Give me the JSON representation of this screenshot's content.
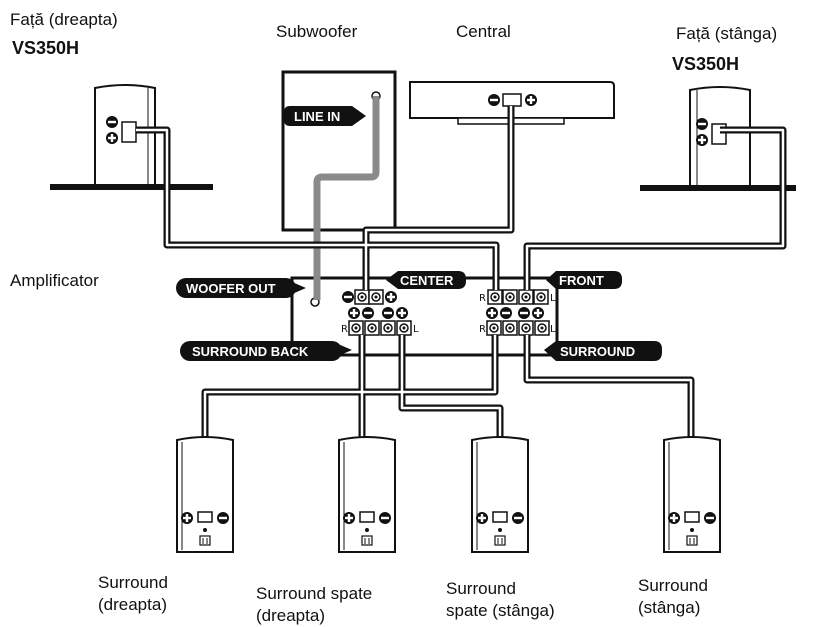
{
  "labels": {
    "front_right_title": "Față (dreapta)",
    "front_right_model": "VS350H",
    "subwoofer": "Subwoofer",
    "central": "Central",
    "front_left_title": "Față (stânga)",
    "front_left_model": "VS350H",
    "amplifier": "Amplificator"
  },
  "tags": {
    "line_in": "LINE IN",
    "woofer_out": "WOOFER OUT",
    "center": "CENTER",
    "front": "FRONT",
    "surround_back": "SURROUND BACK",
    "surround": "SURROUND"
  },
  "terminal_marks": {
    "right": "R",
    "left": "L"
  },
  "speakers": [
    {
      "line1": "Surround",
      "line2": "(dreapta)"
    },
    {
      "line1": "Surround spate",
      "line2": "(dreapta)"
    },
    {
      "line1": "Surround",
      "line2": "spate (stânga)"
    },
    {
      "line1": "Surround",
      "line2": "(stânga)"
    }
  ],
  "colors": {
    "cable": "#111111",
    "cable_inner": "#ffffff",
    "sub_cable": "#8a8a8a",
    "tag_bg": "#111111"
  }
}
